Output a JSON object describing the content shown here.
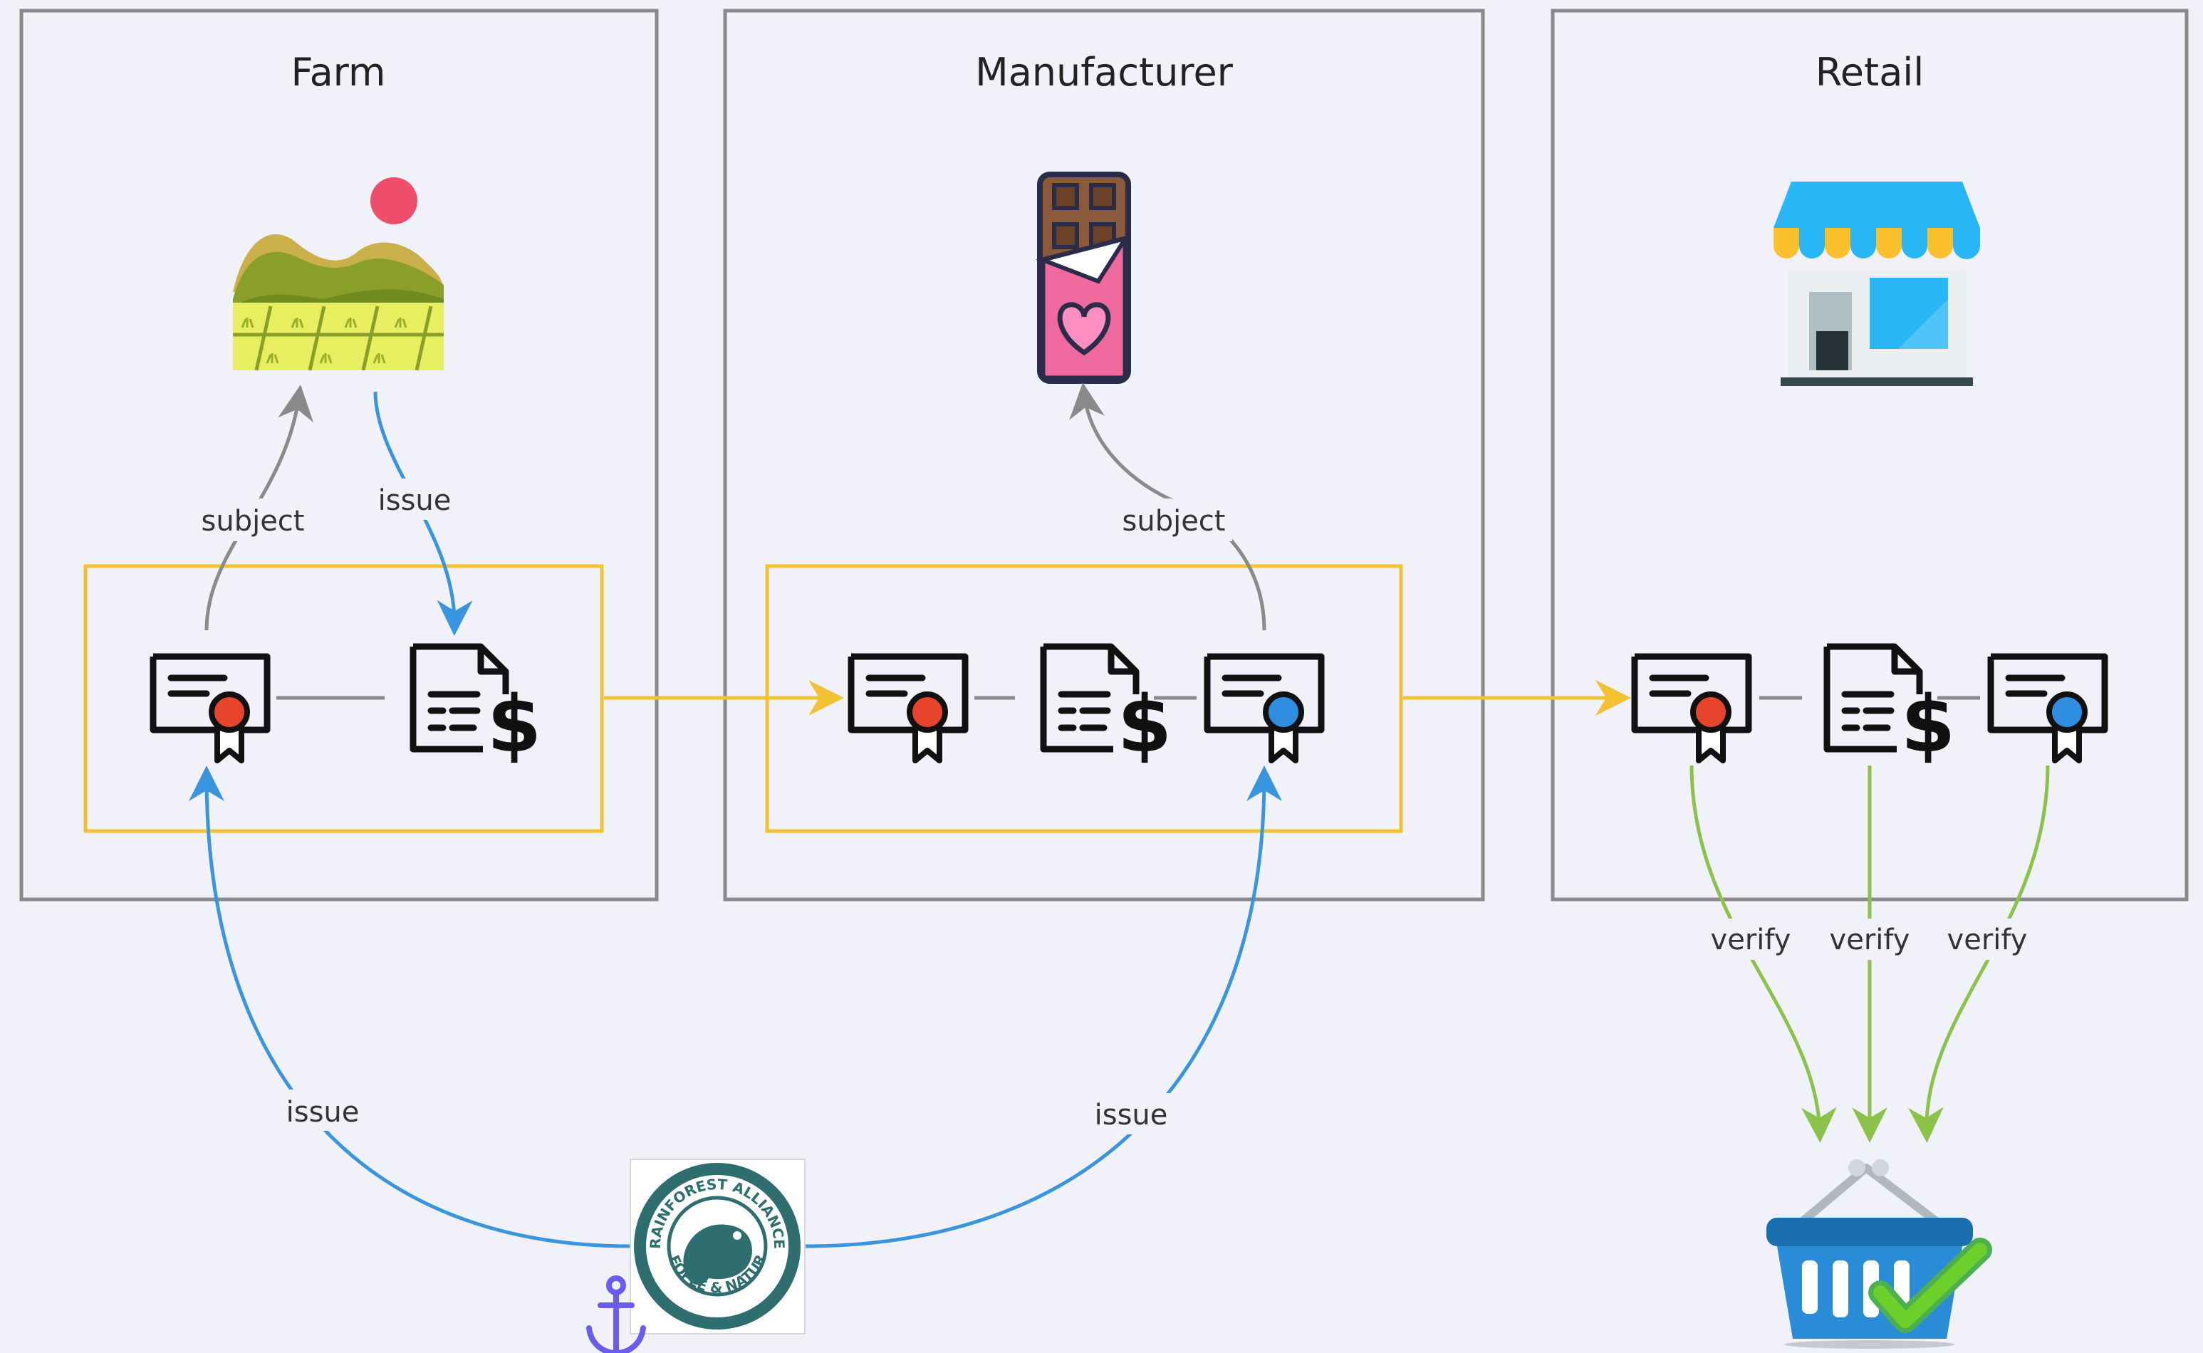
{
  "lanes": {
    "farm": "Farm",
    "manufacturer": "Manufacturer",
    "retail": "Retail"
  },
  "edges": {
    "farm_subject": "subject",
    "farm_issue": "issue",
    "manufacturer_subject": "subject",
    "ra_issue_farm": "issue",
    "ra_issue_manufacturer": "issue",
    "verify_1": "verify",
    "verify_2": "verify",
    "verify_3": "verify"
  },
  "logo": {
    "text_top": "RAINFOREST ALLIANCE",
    "text_bottom": "PEOPLE & NATURE"
  },
  "icons": {
    "farm": "farm-landscape-icon",
    "manufacturer": "chocolate-bar-icon",
    "retail": "shop-icon",
    "certificate": "certificate-icon",
    "invoice": "invoice-document-icon",
    "basket": "shopping-basket-check-icon",
    "anchor": "anchor-icon",
    "rainforest": "rainforest-alliance-seal-icon"
  },
  "colors": {
    "background": "#f1f2f9",
    "lane_border": "#8a8a8a",
    "group_border": "#f2c233",
    "flow_arrow": "#f2c233",
    "issue_arrow": "#3a95e0",
    "subject_arrow": "#8a8a8a",
    "verify_arrow": "#8bc34a",
    "cert_red_seal": "#e8442b",
    "cert_blue_seal": "#2f8ee0"
  }
}
